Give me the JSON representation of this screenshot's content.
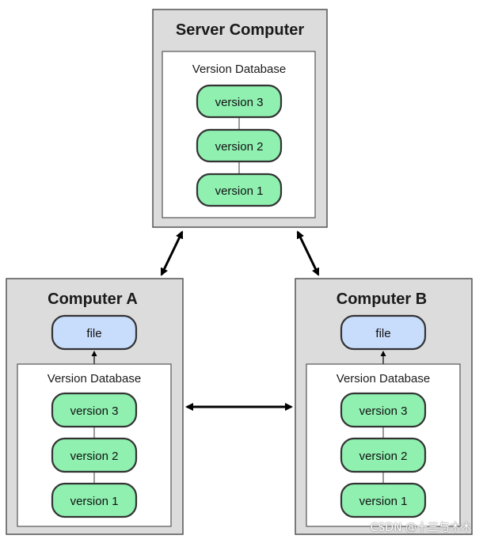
{
  "server": {
    "title": "Server Computer",
    "db_title": "Version Database",
    "versions": [
      "version 3",
      "version 2",
      "version 1"
    ]
  },
  "computer_a": {
    "title": "Computer A",
    "file_label": "file",
    "db_title": "Version Database",
    "versions": [
      "version 3",
      "version 2",
      "version 1"
    ]
  },
  "computer_b": {
    "title": "Computer B",
    "file_label": "file",
    "db_title": "Version Database",
    "versions": [
      "version 3",
      "version 2",
      "version 1"
    ]
  },
  "colors": {
    "computer_box": "#dcdcdc",
    "version_pill": "#8ff0b0",
    "file_pill": "#c8dcfb",
    "border": "#555555"
  },
  "watermark": "CSDN @十三与木木"
}
